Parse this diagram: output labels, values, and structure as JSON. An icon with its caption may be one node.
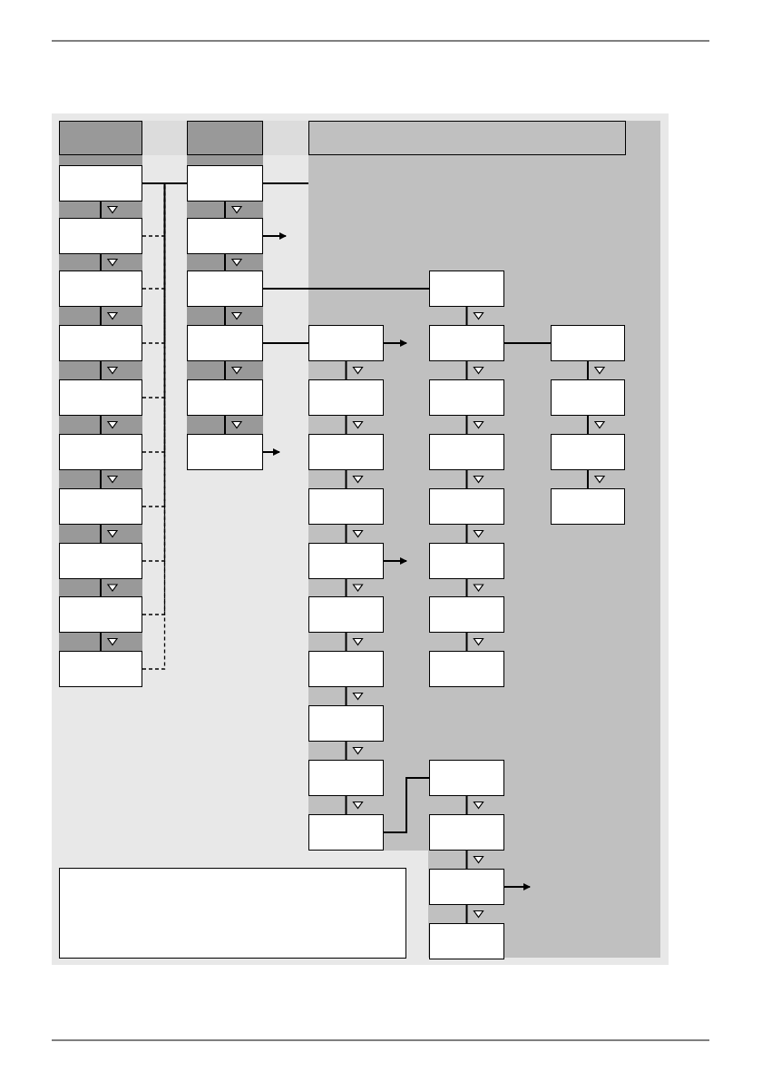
{
  "diagram": {
    "nodes": [
      {
        "text": [],
        "shape": "box"
      },
      {
        "text": [],
        "shape": "box"
      },
      {
        "text": [],
        "shape": "box"
      },
      {
        "text": [],
        "shape": "box"
      },
      {
        "text": [],
        "shape": "box"
      },
      {
        "text": [],
        "shape": "box"
      },
      {
        "text": [],
        "shape": "box"
      },
      {
        "text": [],
        "shape": "box"
      },
      {
        "text": [],
        "shape": "box"
      },
      {
        "text": [],
        "shape": "box"
      },
      {
        "text": [],
        "shape": "box"
      },
      {
        "text": [],
        "shape": "box"
      },
      {
        "text": [],
        "shape": "box"
      },
      {
        "text": [],
        "shape": "box"
      },
      {
        "text": [],
        "shape": "box"
      },
      {
        "text": [],
        "shape": "box"
      },
      {
        "text": [],
        "shape": "box"
      },
      {
        "text": [],
        "shape": "box"
      },
      {
        "text": [],
        "shape": "box"
      },
      {
        "text": [],
        "shape": "box"
      },
      {
        "text": [],
        "shape": "box"
      },
      {
        "text": [],
        "shape": "box"
      },
      {
        "text": [],
        "shape": "box"
      },
      {
        "text": [],
        "shape": "box"
      },
      {
        "text": [],
        "shape": "box"
      },
      {
        "text": [],
        "shape": "box"
      },
      {
        "text": [],
        "shape": "box"
      },
      {
        "text": [],
        "shape": "box"
      },
      {
        "text": [],
        "shape": "box"
      },
      {
        "text": [],
        "shape": "box"
      },
      {
        "text": [],
        "shape": "box"
      },
      {
        "text": [],
        "shape": "box"
      },
      {
        "text": [],
        "shape": "box"
      },
      {
        "text": [],
        "shape": "box"
      },
      {
        "text": [],
        "shape": "box"
      },
      {
        "text": [],
        "shape": "box"
      },
      {
        "text": [],
        "shape": "box"
      },
      {
        "text": [],
        "shape": "box"
      },
      {
        "text": [],
        "shape": "box"
      },
      {
        "text": [],
        "shape": "box"
      },
      {
        "text": [],
        "shape": "box"
      },
      {
        "text": [],
        "shape": "box"
      },
      {
        "text": [],
        "shape": "box"
      }
    ],
    "edges": [
      {
        "from": 0,
        "to": 10,
        "arrow": "none"
      },
      {
        "from": 1,
        "to": 10,
        "arrow": "none",
        "style": "dashed"
      },
      {
        "from": 2,
        "to": 10,
        "arrow": "none",
        "style": "dashed"
      },
      {
        "from": 3,
        "to": 10,
        "arrow": "none",
        "style": "dashed"
      },
      {
        "from": 4,
        "to": 10,
        "arrow": "none",
        "style": "dashed"
      },
      {
        "from": 5,
        "to": 10,
        "arrow": "none",
        "style": "dashed"
      },
      {
        "from": 6,
        "to": 10,
        "arrow": "none",
        "style": "dashed"
      },
      {
        "from": 7,
        "to": 10,
        "arrow": "none",
        "style": "dashed"
      },
      {
        "from": 8,
        "to": 10,
        "arrow": "none",
        "style": "dashed"
      },
      {
        "from": 9,
        "to": 10,
        "arrow": "none",
        "style": "dashed"
      },
      {
        "from": 10,
        "to": null,
        "arrow": "none"
      },
      {
        "from": 11,
        "to": null,
        "arrow": "to"
      },
      {
        "from": 12,
        "to": 26,
        "arrow": "none"
      },
      {
        "from": 13,
        "to": 16,
        "arrow": "none"
      },
      {
        "from": 16,
        "to": null,
        "arrow": "to"
      },
      {
        "from": 15,
        "to": null,
        "arrow": "to"
      },
      {
        "from": 27,
        "to": 38,
        "arrow": "none"
      },
      {
        "from": 20,
        "to": null,
        "arrow": "to"
      },
      {
        "from": 25,
        "to": 34,
        "arrow": "none"
      },
      {
        "from": 36,
        "to": null,
        "arrow": "to"
      },
      {
        "from": 0,
        "to": 1,
        "arrow": "none"
      },
      {
        "from": 1,
        "to": 2,
        "arrow": "none"
      },
      {
        "from": 2,
        "to": 3,
        "arrow": "none"
      },
      {
        "from": 3,
        "to": 4,
        "arrow": "none"
      },
      {
        "from": 4,
        "to": 5,
        "arrow": "none"
      },
      {
        "from": 5,
        "to": 6,
        "arrow": "none"
      },
      {
        "from": 6,
        "to": 7,
        "arrow": "none"
      },
      {
        "from": 7,
        "to": 8,
        "arrow": "none"
      },
      {
        "from": 8,
        "to": 9,
        "arrow": "none"
      },
      {
        "from": 10,
        "to": 11,
        "arrow": "none"
      },
      {
        "from": 11,
        "to": 12,
        "arrow": "none"
      },
      {
        "from": 12,
        "to": 13,
        "arrow": "none"
      },
      {
        "from": 13,
        "to": 14,
        "arrow": "none"
      },
      {
        "from": 14,
        "to": 15,
        "arrow": "none"
      },
      {
        "from": 16,
        "to": 17,
        "arrow": "none"
      },
      {
        "from": 17,
        "to": 18,
        "arrow": "none"
      },
      {
        "from": 18,
        "to": 19,
        "arrow": "none"
      },
      {
        "from": 19,
        "to": 20,
        "arrow": "none"
      },
      {
        "from": 20,
        "to": 21,
        "arrow": "none"
      },
      {
        "from": 21,
        "to": 22,
        "arrow": "none"
      },
      {
        "from": 22,
        "to": 23,
        "arrow": "none"
      },
      {
        "from": 23,
        "to": 24,
        "arrow": "none"
      },
      {
        "from": 24,
        "to": 25,
        "arrow": "none"
      },
      {
        "from": 26,
        "to": 27,
        "arrow": "none"
      },
      {
        "from": 27,
        "to": 28,
        "arrow": "none"
      },
      {
        "from": 28,
        "to": 29,
        "arrow": "none"
      },
      {
        "from": 29,
        "to": 30,
        "arrow": "none"
      },
      {
        "from": 30,
        "to": 31,
        "arrow": "none"
      },
      {
        "from": 31,
        "to": 32,
        "arrow": "none"
      },
      {
        "from": 32,
        "to": 33,
        "arrow": "none"
      },
      {
        "from": 34,
        "to": 35,
        "arrow": "none"
      },
      {
        "from": 35,
        "to": 36,
        "arrow": "none"
      },
      {
        "from": 36,
        "to": 37,
        "arrow": "none"
      },
      {
        "from": 38,
        "to": 39,
        "arrow": "none"
      },
      {
        "from": 39,
        "to": 40,
        "arrow": "none"
      },
      {
        "from": 40,
        "to": 41,
        "arrow": "none"
      }
    ]
  }
}
